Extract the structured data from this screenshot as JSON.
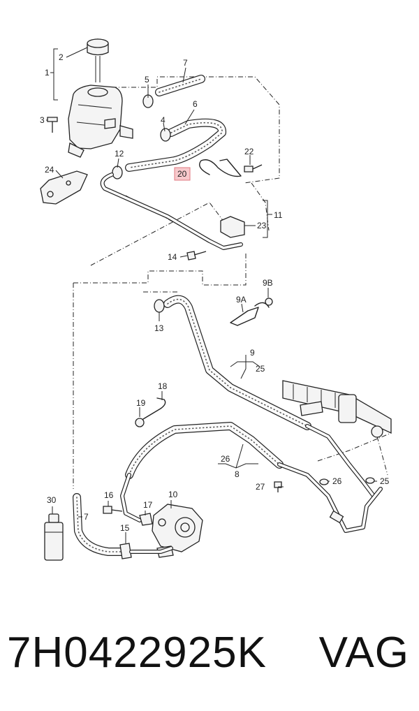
{
  "diagram": {
    "callouts": [
      {
        "id": "1",
        "text": "1"
      },
      {
        "id": "2",
        "text": "2"
      },
      {
        "id": "3",
        "text": "3"
      },
      {
        "id": "4",
        "text": "4"
      },
      {
        "id": "5",
        "text": "5"
      },
      {
        "id": "6",
        "text": "6"
      },
      {
        "id": "7",
        "text": "7"
      },
      {
        "id": "7b",
        "text": "7"
      },
      {
        "id": "8",
        "text": "8"
      },
      {
        "id": "9",
        "text": "9"
      },
      {
        "id": "9A",
        "text": "9A"
      },
      {
        "id": "9B",
        "text": "9B"
      },
      {
        "id": "10",
        "text": "10"
      },
      {
        "id": "11",
        "text": "11"
      },
      {
        "id": "12",
        "text": "12"
      },
      {
        "id": "13",
        "text": "13"
      },
      {
        "id": "14",
        "text": "14"
      },
      {
        "id": "15",
        "text": "15"
      },
      {
        "id": "16",
        "text": "16"
      },
      {
        "id": "17",
        "text": "17"
      },
      {
        "id": "18",
        "text": "18"
      },
      {
        "id": "19",
        "text": "19"
      },
      {
        "id": "20",
        "text": "20"
      },
      {
        "id": "22",
        "text": "22"
      },
      {
        "id": "23",
        "text": "23"
      },
      {
        "id": "24",
        "text": "24"
      },
      {
        "id": "25",
        "text": "25"
      },
      {
        "id": "25b",
        "text": "25"
      },
      {
        "id": "26",
        "text": "26"
      },
      {
        "id": "26b",
        "text": "26"
      },
      {
        "id": "27",
        "text": "27"
      },
      {
        "id": "30",
        "text": "30"
      }
    ],
    "highlighted_callout": "20",
    "highlight_color": "#f7c9cc"
  },
  "footer": {
    "part_number": "7H0422925K",
    "brand": "VAG"
  }
}
